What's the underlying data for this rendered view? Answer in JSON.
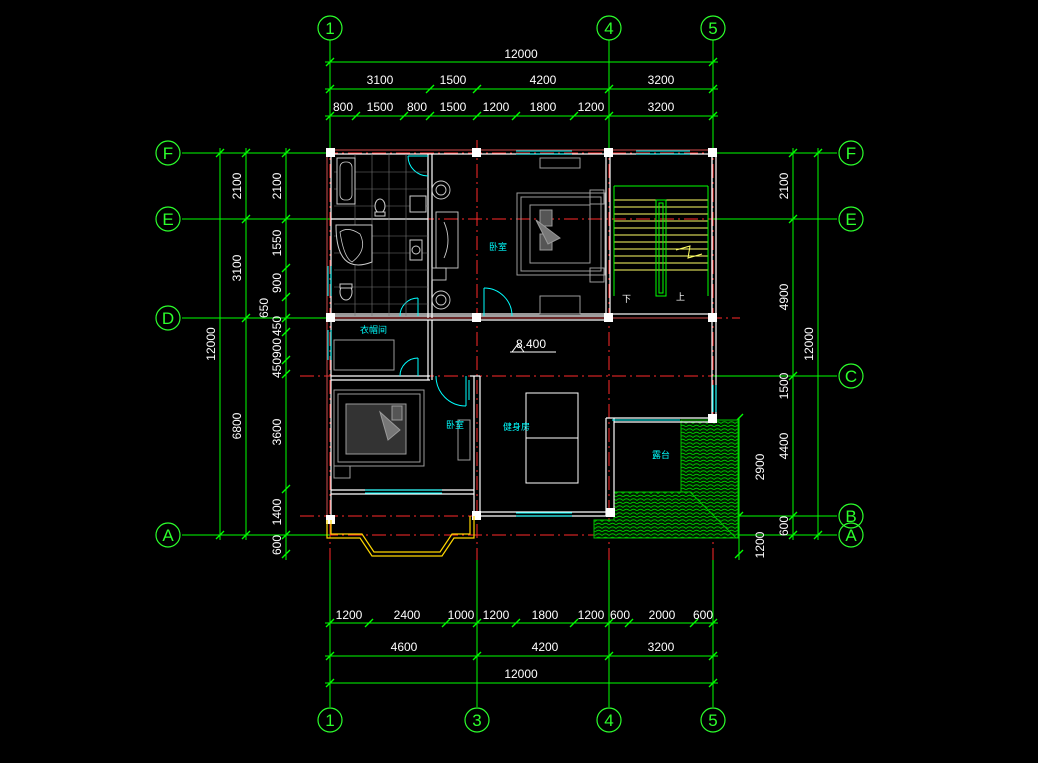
{
  "colors": {
    "background": "#000000",
    "dim": "#00ff00",
    "axis": "#ff2a2a",
    "wall": "#ffffff",
    "window": "#00ffff",
    "furniture": "#9a9a9a",
    "balcony": "#ffd700",
    "hatch": "#00c000",
    "stair": "#ffff66"
  },
  "axes": {
    "top": [
      "1",
      "4",
      "5"
    ],
    "bottom": [
      "1",
      "3",
      "4",
      "5"
    ],
    "left": [
      "F",
      "E",
      "D",
      "A"
    ],
    "right": [
      "F",
      "E",
      "C",
      "B",
      "A"
    ]
  },
  "dims": {
    "top_total": "12000",
    "top_row1": [
      "3100",
      "1500",
      "4200",
      "3200"
    ],
    "top_row2": [
      "800",
      "1500",
      "800",
      "1500",
      "1200",
      "1800",
      "1200",
      "3200"
    ],
    "bottom_row1": [
      "1200",
      "2400",
      "1000",
      "1200",
      "1800",
      "1200",
      "600",
      "2000",
      "600"
    ],
    "bottom_row2": [
      "4600",
      "4200",
      "3200"
    ],
    "bottom_total": "12000",
    "left_total": "12000",
    "left_outer": [
      "2100",
      "3100",
      "6800"
    ],
    "left_inner": [
      "2100",
      "1550",
      "900",
      "650",
      "450",
      "900",
      "450",
      "3600",
      "1400",
      "600"
    ],
    "right_outer": "12000",
    "right_inner": [
      "2100",
      "4900",
      "1500",
      "4400",
      "600"
    ],
    "right_extra": [
      "2900",
      "1200"
    ]
  },
  "rooms": {
    "bedroom_top": "卧室",
    "closet": "衣帽间",
    "bedroom_low": "卧室",
    "gym": "健身房",
    "terrace": "露台"
  },
  "stairs": {
    "down": "下",
    "up": "上"
  },
  "level": "8.400"
}
